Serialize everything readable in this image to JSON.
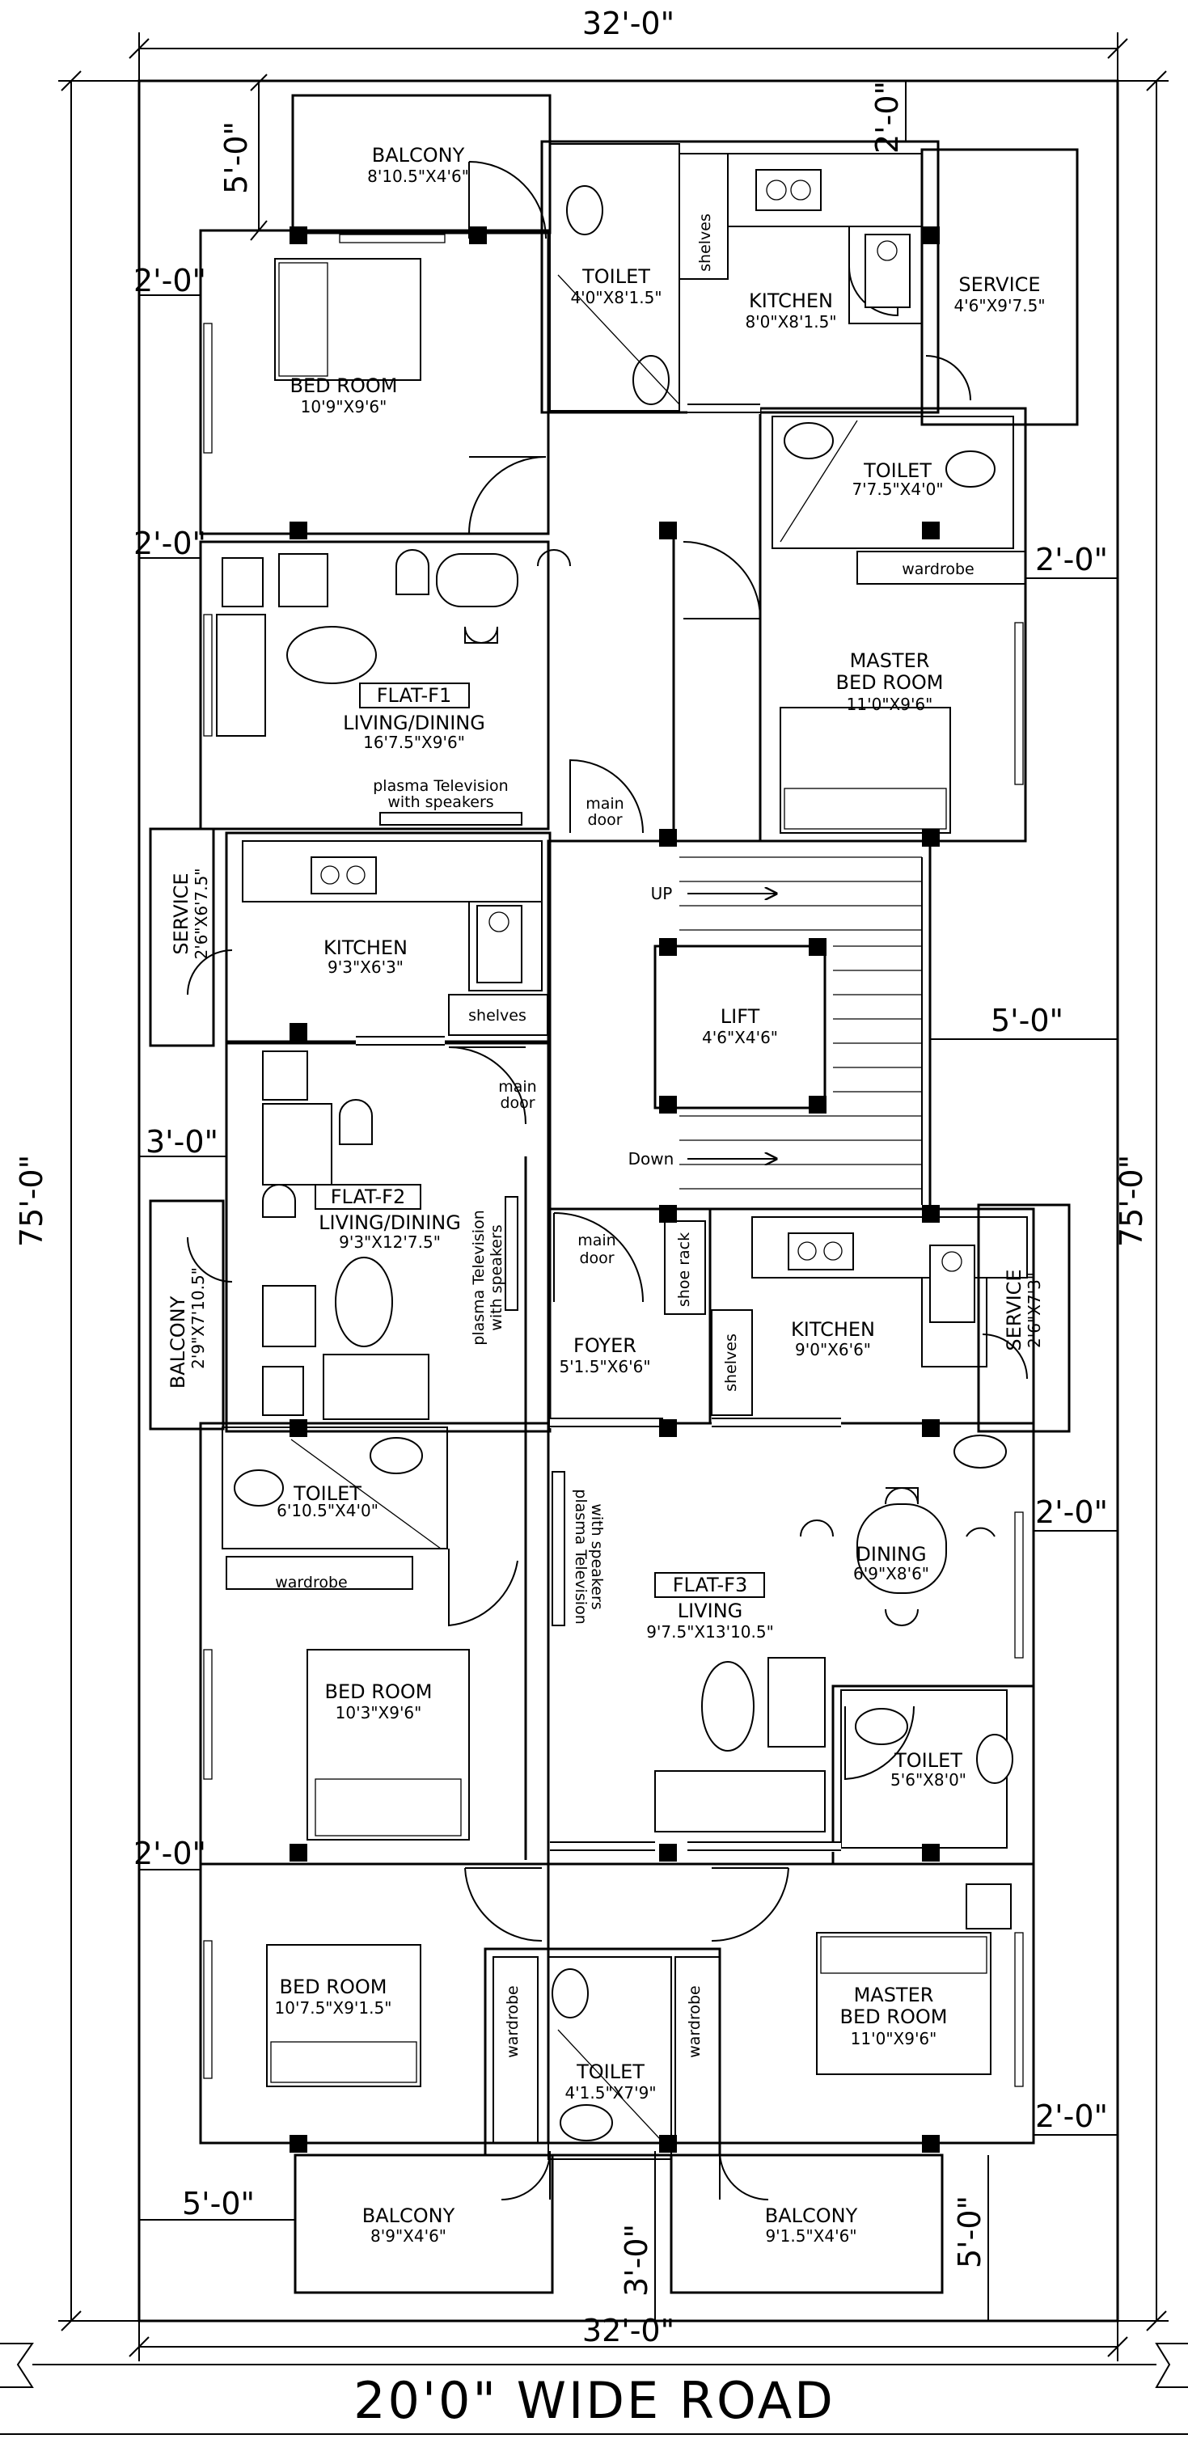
{
  "overall": {
    "width_top": "32'-0\"",
    "width_bottom": "32'-0\"",
    "depth_left": "75'-0\"",
    "depth_right": "75'-0\""
  },
  "road": "20'0\" WIDE ROAD",
  "flats": {
    "f1": "FLAT-F1",
    "f2": "FLAT-F2",
    "f3": "FLAT-F3"
  },
  "rooms": {
    "balcony_top": {
      "name": "BALCONY",
      "size": "8'10.5\"X4'6\""
    },
    "toilet_f1": {
      "name": "TOILET",
      "size": "4'0\"X8'1.5\""
    },
    "kitchen_f1": {
      "name": "KITCHEN",
      "size": "8'0\"X8'1.5\""
    },
    "service_f1": {
      "name": "SERVICE",
      "size": "4'6\"X9'7.5\""
    },
    "bedroom_f1": {
      "name": "BED ROOM",
      "size": "10'9\"X9'6\""
    },
    "toilet_master_f1": {
      "name": "TOILET",
      "size": "7'7.5\"X4'0\""
    },
    "living_f1": {
      "name": "LIVING/DINING",
      "size": "16'7.5\"X9'6\""
    },
    "master_f1": {
      "name": "MASTER",
      "name2": "BED ROOM",
      "size": "11'0\"X9'6\""
    },
    "service_f2": {
      "name": "SERVICE",
      "size": "2'6\"X6'7.5\""
    },
    "kitchen_f2": {
      "name": "KITCHEN",
      "size": "9'3\"X6'3\""
    },
    "lift": {
      "name": "LIFT",
      "size": "4'6\"X4'6\""
    },
    "living_f2": {
      "name": "LIVING/DINING",
      "size": "9'3\"X12'7.5\""
    },
    "balcony_f2": {
      "name": "BALCONY",
      "size": "2'9\"X7'10.5\""
    },
    "foyer": {
      "name": "FOYER",
      "size": "5'1.5\"X6'6\""
    },
    "kitchen_f3": {
      "name": "KITCHEN",
      "size": "9'0\"X6'6\""
    },
    "service_f3": {
      "name": "SERVICE",
      "size": "2'6\"X7'3\""
    },
    "toilet_f2": {
      "name": "TOILET",
      "size": "6'10.5\"X4'0\""
    },
    "dining_f3": {
      "name": "DINING",
      "size": "6'9\"X8'6\""
    },
    "living_f3": {
      "name": "LIVING",
      "size": "9'7.5\"X13'10.5\""
    },
    "bedroom_f2": {
      "name": "BED ROOM",
      "size": "10'3\"X9'6\""
    },
    "toilet_master_f3": {
      "name": "TOILET",
      "size": "5'6\"X8'0\""
    },
    "bedroom_f3": {
      "name": "BED ROOM",
      "size": "10'7.5\"X9'1.5\""
    },
    "toilet_f3": {
      "name": "TOILET",
      "size": "4'1.5\"X7'9\""
    },
    "master_f3": {
      "name": "MASTER",
      "name2": "BED ROOM",
      "size": "11'0\"X9'6\""
    },
    "balcony_b1": {
      "name": "BALCONY",
      "size": "8'9\"X4'6\""
    },
    "balcony_b2": {
      "name": "BALCONY",
      "size": "9'1.5\"X4'6\""
    }
  },
  "labels": {
    "shelves": "shelves",
    "wardrobe": "wardrobe",
    "shoe_rack": "shoe rack",
    "main_door": "main",
    "main_door2": "door",
    "tv1": "plasma Television",
    "tv2": "with speakers",
    "up": "UP",
    "down": "Down"
  },
  "dims": {
    "d5_top": "5'-0\"",
    "d2_top": "2'-0\"",
    "d2_a": "2'-0\"",
    "d2_b": "2'-0\"",
    "d2_c": "2'-0\"",
    "d5_mid": "5'-0\"",
    "d3_left": "3'-0\"",
    "d2_d": "2'-0\"",
    "d2_e": "2'-0\"",
    "d2_f": "2'-0\"",
    "d5_bl": "5'-0\"",
    "d3_bot": "3'-0\"",
    "d5_br": "5'-0\""
  }
}
